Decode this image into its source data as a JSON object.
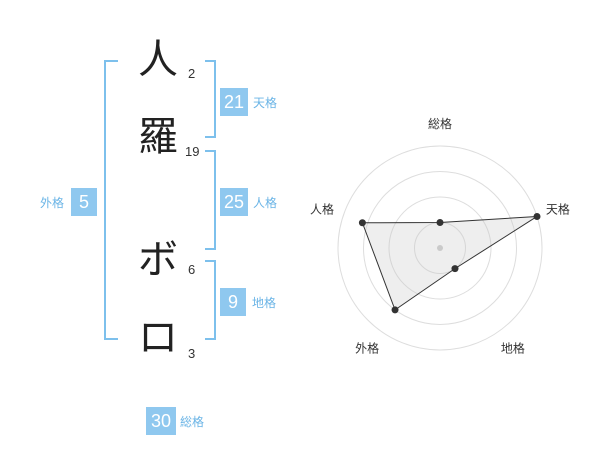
{
  "name": {
    "chars": [
      {
        "char": "人",
        "strokes": "2"
      },
      {
        "char": "羅",
        "strokes": "19"
      },
      {
        "char": "ボ",
        "strokes": "6"
      },
      {
        "char": "ロ",
        "strokes": "3"
      }
    ]
  },
  "fortunes": {
    "tenkaku": {
      "value": "21",
      "label": "天格"
    },
    "jinkaku": {
      "value": "25",
      "label": "人格"
    },
    "chikaku": {
      "value": "9",
      "label": "地格"
    },
    "gaikaku": {
      "value": "5",
      "label": "外格"
    },
    "soukaku": {
      "value": "30",
      "label": "総格"
    }
  },
  "colors": {
    "accent": "#8fc8ef",
    "bracket": "#7dc0ec"
  },
  "chart_data": {
    "type": "radar",
    "axes": [
      "総格",
      "天格",
      "地格",
      "外格",
      "人格"
    ],
    "values": [
      0.25,
      1.0,
      0.25,
      0.75,
      0.8
    ],
    "rings": 4,
    "grid": true
  }
}
